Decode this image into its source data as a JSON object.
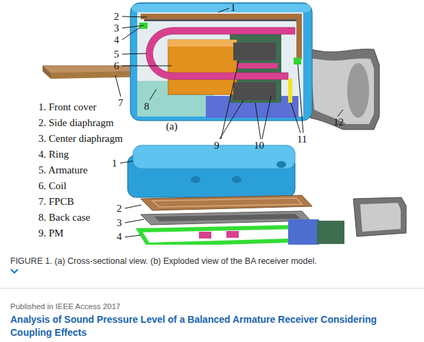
{
  "diagram": {
    "caption": "FIGURE 1. (a) Cross-sectional view. (b) Exploded view of the BA receiver model.",
    "labels": [
      "1",
      "2",
      "3",
      "4",
      "5",
      "6",
      "7",
      "8",
      "(a)",
      "9",
      "10",
      "11",
      "12",
      "1. Front cover",
      "2. Side diaphragm",
      "3. Center diaphragm",
      "4. Ring",
      "5. Armature",
      "6. Coil",
      "7. FPCB",
      "8. Back case",
      "9. PM",
      "1",
      "2",
      "3",
      "4",
      "Published in IEEE Access 2017",
      "Analysis of Sound Pressure Level of a Balanced Armature Receiver Considering Coupling Effects"
    ]
  }
}
